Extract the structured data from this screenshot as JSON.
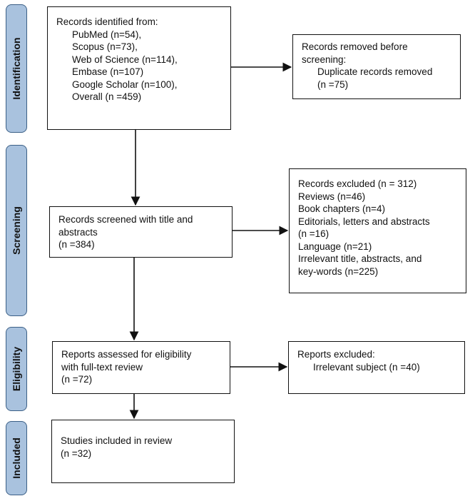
{
  "phases": {
    "identification": "Identification",
    "screening": "Screening",
    "eligibility": "Eligibility",
    "included": "Included"
  },
  "identified": {
    "heading": "Records identified from:",
    "sources": [
      "PubMed (n=54),",
      "Scopus (n=73),",
      "Web of Science (n=114),",
      "Embase (n=107)",
      "Google Scholar (n=100),",
      "Overall (n =459)"
    ]
  },
  "removed": {
    "lines": [
      "Records removed before",
      "screening:"
    ],
    "sub": [
      "Duplicate records removed",
      "(n =75)"
    ]
  },
  "screened": {
    "lines": [
      "Records screened with title and",
      "abstracts",
      "(n =384)"
    ]
  },
  "excluded": {
    "lines": [
      "Records excluded (n = 312)",
      "Reviews (n=46)",
      "Book chapters (n=4)",
      "Editorials, letters and abstracts",
      "(n =16)",
      "Language (n=21)",
      "Irrelevant title, abstracts, and",
      "key-words (n=225)"
    ]
  },
  "assessed": {
    "lines": [
      "Reports assessed for eligibility",
      "with full-text review",
      "(n =72)"
    ]
  },
  "reports_excluded": {
    "heading": "Reports excluded:",
    "sub": "Irrelevant subject (n =40)"
  },
  "included": {
    "lines": [
      "Studies included in review",
      "(n =32)"
    ]
  }
}
